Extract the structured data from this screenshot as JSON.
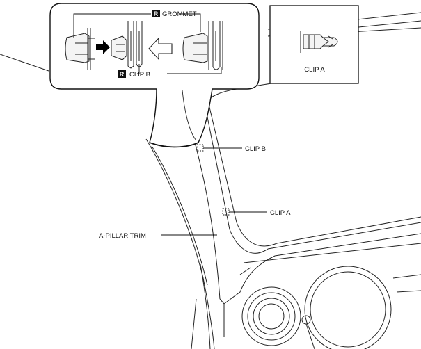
{
  "labels": {
    "grommet": "GROMMET",
    "clip_b_detail": "CLIP B",
    "clip_a_detail": "CLIP A",
    "clip_b_callout": "CLIP B",
    "clip_a_callout": "CLIP A",
    "a_pillar_trim": "A-PILLAR TRIM"
  },
  "badges": {
    "replace_symbol": "R"
  }
}
